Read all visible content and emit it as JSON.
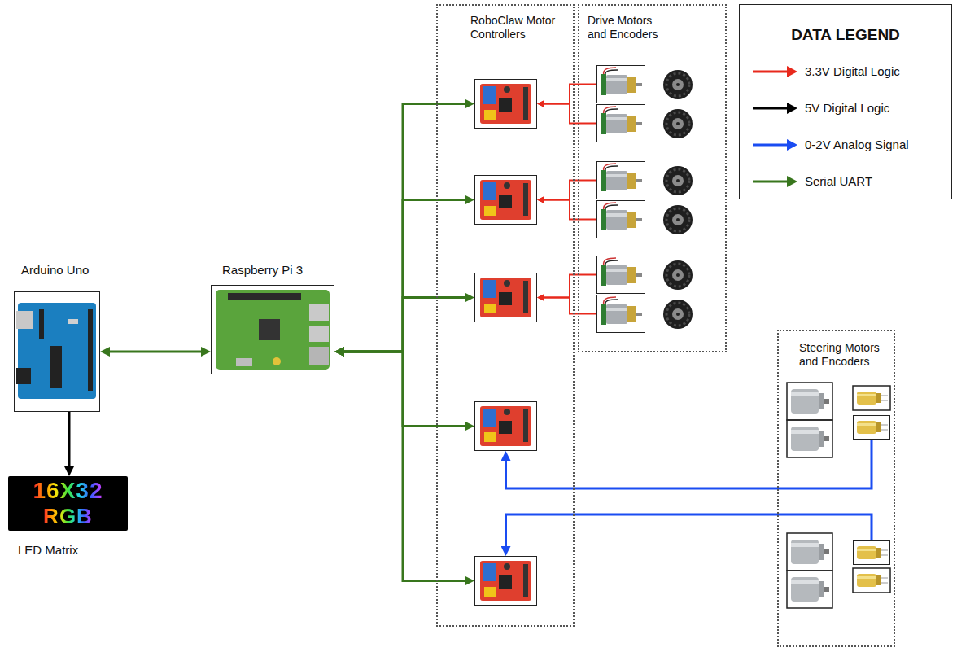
{
  "diagram": {
    "nodes": [
      {
        "text": [
          "Arduino Uno"
        ]
      },
      {
        "text": [
          "16X32",
          "RGB",
          "LED Matrix"
        ]
      },
      {
        "text": [
          "Raspberry Pi 3"
        ]
      },
      {
        "text": [
          "RoboClaw Motor Controllers"
        ]
      },
      {
        "text": [],
        "in": 3
      },
      {
        "text": [],
        "in": 3
      },
      {
        "text": [],
        "in": 3
      },
      {
        "text": [],
        "in": 3
      },
      {
        "text": [],
        "in": 3
      },
      {
        "text": [
          "Drive Motors and Encoders"
        ]
      },
      {
        "text": [],
        "in": 9
      },
      {
        "text": [],
        "in": 9
      },
      {
        "text": [],
        "in": 9
      },
      {
        "text": [],
        "in": 9
      },
      {
        "text": [],
        "in": 9
      },
      {
        "text": [],
        "in": 9
      },
      {
        "text": [
          "Steering Motors and Encoders"
        ]
      },
      {
        "text": [],
        "in": 16
      },
      {
        "text": [],
        "in": 16
      }
    ],
    "edges": [
      {
        "from": 0,
        "to": 2,
        "arrow": "both"
      },
      {
        "from": 0,
        "to": 1,
        "arrow": "to"
      },
      {
        "from": 2,
        "to": 4,
        "arrow": "both"
      },
      {
        "from": 2,
        "to": 5,
        "arrow": "both"
      },
      {
        "from": 2,
        "to": 6,
        "arrow": "both"
      },
      {
        "from": 2,
        "to": 7,
        "arrow": "both"
      },
      {
        "from": 2,
        "to": 8,
        "arrow": "both"
      },
      {
        "from": 10,
        "to": 4,
        "arrow": "to"
      },
      {
        "from": 11,
        "to": 4,
        "arrow": "to"
      },
      {
        "from": 12,
        "to": 5,
        "arrow": "to"
      },
      {
        "from": 13,
        "to": 5,
        "arrow": "to"
      },
      {
        "from": 14,
        "to": 6,
        "arrow": "to"
      },
      {
        "from": 15,
        "to": 6,
        "arrow": "to"
      },
      {
        "from": 17,
        "to": 7,
        "arrow": "to"
      },
      {
        "from": 18,
        "to": 8,
        "arrow": "to"
      }
    ],
    "labels": [
      "DATA LEGEND"
    ],
    "legend": [
      {
        "text": "3.3V Digital Logic",
        "color": "#e8291c"
      },
      {
        "text": "5V Digital Logic",
        "color": "#000000"
      },
      {
        "text": "0-2V Analog Signal",
        "color": "#1a4cf2"
      },
      {
        "text": "Serial UART",
        "color": "#38761d"
      }
    ]
  }
}
